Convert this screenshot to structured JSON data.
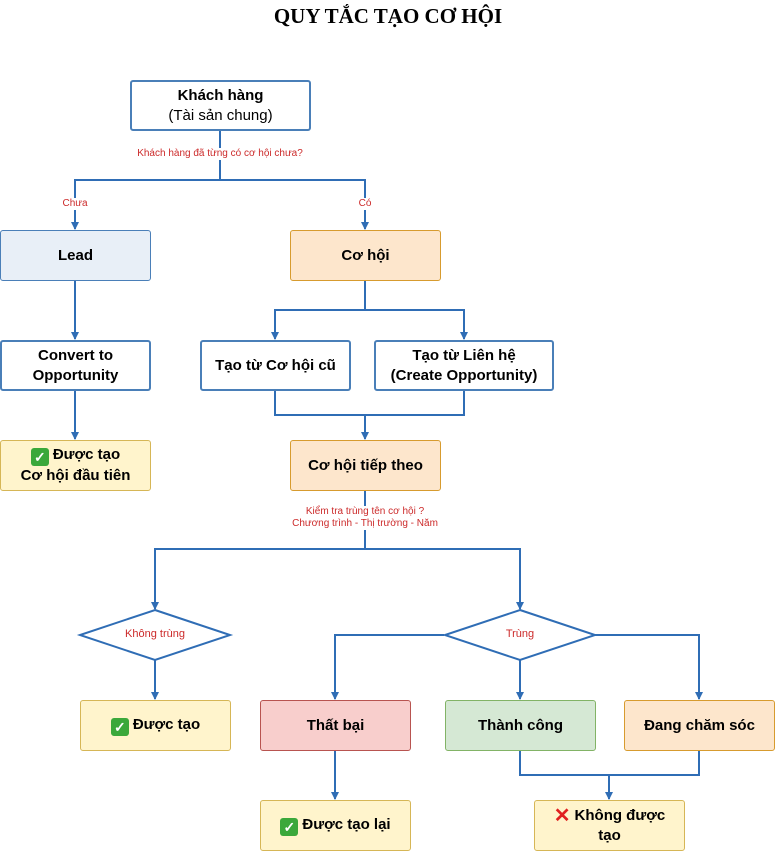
{
  "title": "QUY TẮC TẠO CƠ HỘI",
  "nodes": {
    "customer": {
      "line1": "Khách hàng",
      "line2": "(Tài sản chung)"
    },
    "lead": "Lead",
    "opportunity": "Cơ hội",
    "convert": {
      "line1": "Convert to",
      "line2": "Opportunity"
    },
    "first_created": {
      "line1": "Được tạo",
      "line2": "Cơ hội đầu tiên"
    },
    "from_old": "Tạo từ Cơ hội cũ",
    "from_contact": {
      "line1": "Tạo từ Liên hệ",
      "line2": "(Create Opportunity)"
    },
    "next_opportunity": "Cơ hội tiếp theo",
    "created": "Được tạo",
    "failed": "Thất bại",
    "success": "Thành công",
    "in_care": "Đang chăm sóc",
    "recreated": "Được tạo lại",
    "not_created": {
      "line1": "Không được",
      "line2": "tạo"
    }
  },
  "decisions": {
    "not_duplicate": "Không trùng",
    "duplicate": "Trùng"
  },
  "edge_labels": {
    "question": "Khách hàng đã từng có cơ hội chưa?",
    "no": "Chưa",
    "yes": "Có",
    "check_line1": "Kiểm tra trùng tên cơ hội ?",
    "check_line2": "Chương trình - Thị trường - Năm"
  },
  "icons": {
    "check": "check-mark-icon",
    "cross": "cross-mark-icon"
  },
  "colors": {
    "edge": "#2f6db5",
    "label": "#cc2a2a"
  }
}
